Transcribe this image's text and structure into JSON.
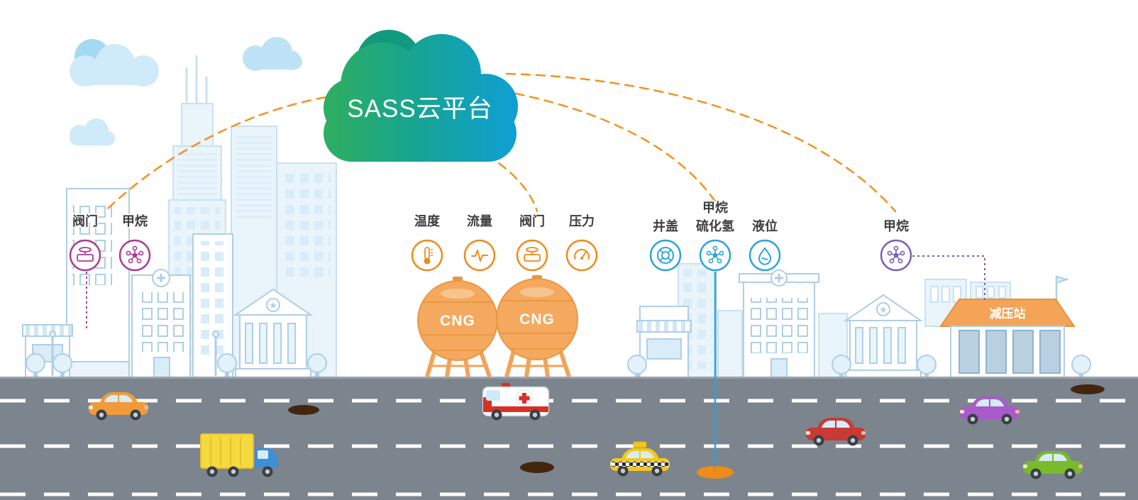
{
  "scene": {
    "title_cloud": "SASS云平台"
  },
  "colors": {
    "link_orange": "#f29221",
    "tank_orange": "#f4a95f",
    "station_roof": "#f3a457",
    "road_gray": "#7c848e"
  },
  "sensor_groups": [
    {
      "id": "city-building-sensors",
      "color": "#ad3a92",
      "sensors": [
        {
          "label": "阀门",
          "icon": "valve-icon"
        },
        {
          "label": "甲烷",
          "icon": "methane-molecule-icon"
        }
      ]
    },
    {
      "id": "cng-storage-sensors",
      "color": "#f08a1e",
      "sensors": [
        {
          "label": "温度",
          "icon": "thermometer-icon"
        },
        {
          "label": "流量",
          "icon": "flow-icon"
        },
        {
          "label": "阀门",
          "icon": "valve-icon"
        },
        {
          "label": "压力",
          "icon": "pressure-gauge-icon"
        }
      ]
    },
    {
      "id": "pipeline-sensors",
      "color": "#2ba3dc",
      "sensors": [
        {
          "label": "井盖",
          "icon": "manhole-icon"
        },
        {
          "label_line1": "甲烷",
          "label_line2": "硫化氢",
          "icon": "gas-molecule-icon"
        },
        {
          "label": "液位",
          "icon": "liquid-level-icon"
        }
      ]
    },
    {
      "id": "station-sensors",
      "color": "#7a5fb5",
      "sensors": [
        {
          "label": "甲烷",
          "icon": "methane-molecule-icon"
        }
      ]
    }
  ],
  "facilities": {
    "cng_tank_label": "CNG",
    "station_label": "减压站"
  },
  "vehicles": [
    {
      "type": "car",
      "color": "#ef9b3c"
    },
    {
      "type": "truck",
      "color": "#f5d93f",
      "color2": "#3d8fd6"
    },
    {
      "type": "ambulance",
      "color": "#d93025"
    },
    {
      "type": "taxi",
      "color": "#f2c81c"
    },
    {
      "type": "car",
      "color": "#c63b36"
    },
    {
      "type": "car",
      "color": "#a85cc9"
    },
    {
      "type": "car",
      "color": "#79bb2b"
    }
  ]
}
